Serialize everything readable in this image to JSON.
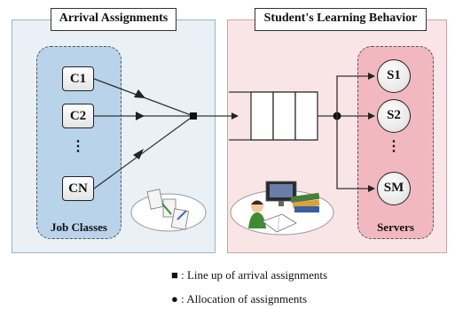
{
  "left_panel": {
    "title": "Arrival Assignments",
    "group_label": "Job Classes",
    "classes": [
      "C1",
      "C2",
      "CN"
    ],
    "dots": "⋮"
  },
  "right_panel": {
    "title": "Student's Learning Behavior",
    "group_label": "Servers",
    "servers": [
      "S1",
      "S2",
      "SM"
    ],
    "dots": "⋮"
  },
  "legend": [
    {
      "symbol": "square",
      "text": "■ : Line up of arrival assignments"
    },
    {
      "symbol": "circle",
      "text": "● : Allocation of assignments"
    }
  ],
  "colors": {
    "left_panel_bg": "#e9f1f7",
    "job_classes_bg": "#b9d3ea",
    "right_panel_bg": "#f9e4e6",
    "servers_bg": "#f2b8bf"
  }
}
